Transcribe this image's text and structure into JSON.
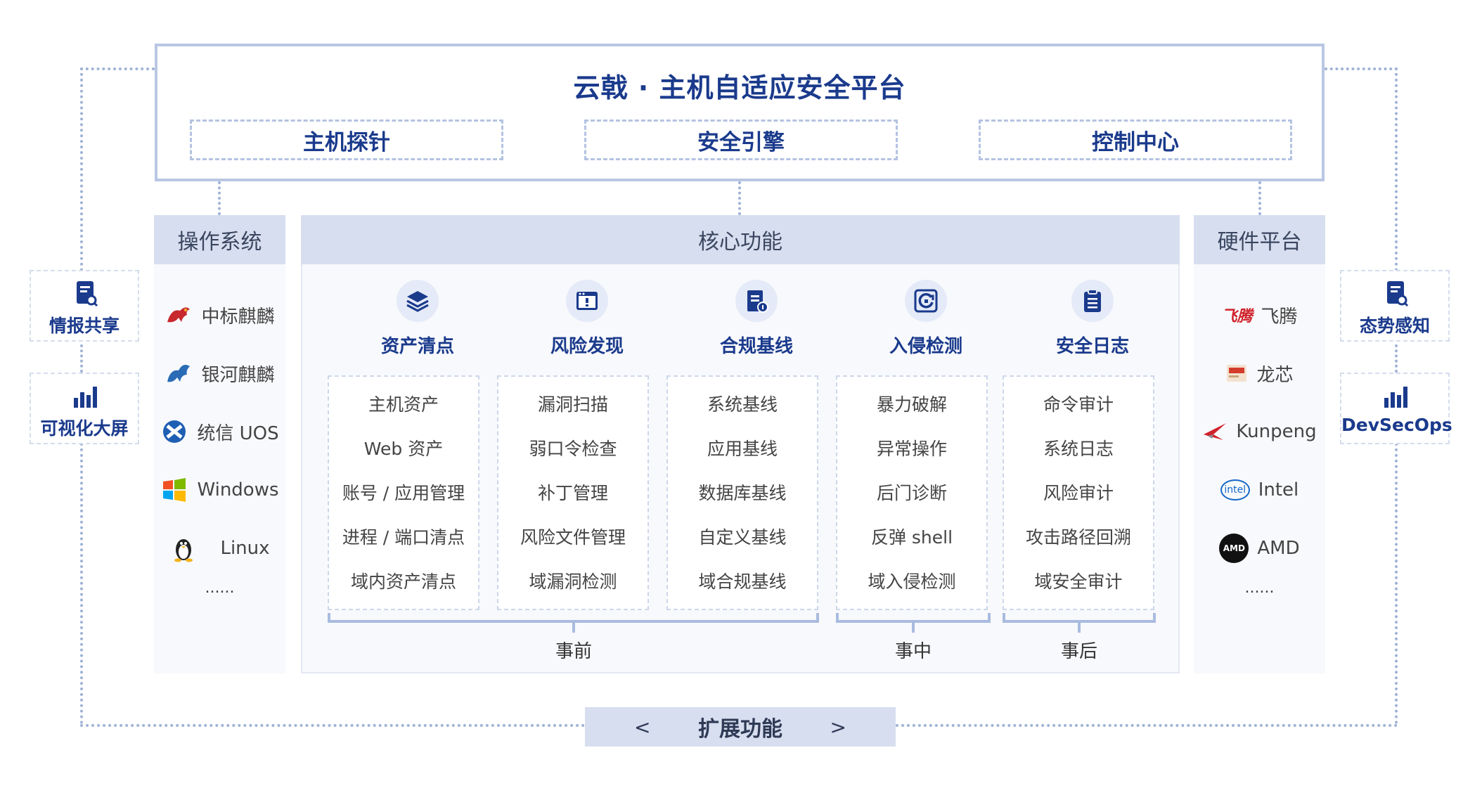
{
  "platform": {
    "title": "云戟 · 主机自适应安全平台",
    "modules": [
      "主机探针",
      "安全引擎",
      "控制中心"
    ]
  },
  "os": {
    "heading": "操作系统",
    "items": [
      {
        "label": "中标麒麟",
        "icon": "kylin-dragon-icon"
      },
      {
        "label": "银河麒麟",
        "icon": "galaxy-kylin-icon"
      },
      {
        "label": "统信 UOS",
        "icon": "uos-icon"
      },
      {
        "label": "Windows",
        "icon": "windows-icon"
      },
      {
        "label": "Linux",
        "icon": "linux-penguin-icon"
      }
    ],
    "more": "......"
  },
  "core": {
    "heading": "核心功能",
    "categories": [
      {
        "label": "资产清点",
        "icon": "layers-icon",
        "items": [
          "主机资产",
          "Web 资产",
          "账号 / 应用管理",
          "进程 / 端口清点",
          "域内资产清点"
        ]
      },
      {
        "label": "风险发现",
        "icon": "risk-window-icon",
        "items": [
          "漏洞扫描",
          "弱口令检查",
          "补丁管理",
          "风险文件管理",
          "域漏洞检测"
        ]
      },
      {
        "label": "合规基线",
        "icon": "compliance-doc-icon",
        "items": [
          "系统基线",
          "应用基线",
          "数据库基线",
          "自定义基线",
          "域合规基线"
        ]
      },
      {
        "label": "入侵检测",
        "icon": "intrusion-detect-icon",
        "items": [
          "暴力破解",
          "异常操作",
          "后门诊断",
          "反弹 shell",
          "域入侵检测"
        ]
      },
      {
        "label": "安全日志",
        "icon": "clipboard-log-icon",
        "items": [
          "命令审计",
          "系统日志",
          "风险审计",
          "攻击路径回溯",
          "域安全审计"
        ]
      }
    ],
    "phases": [
      "事前",
      "事中",
      "事后"
    ]
  },
  "hardware": {
    "heading": "硬件平台",
    "items": [
      {
        "label": "飞腾",
        "logo_text": "飞腾",
        "icon": "phytium-logo-icon"
      },
      {
        "label": "龙芯",
        "icon": "loongson-logo-icon"
      },
      {
        "label": "Kunpeng",
        "icon": "kunpeng-logo-icon"
      },
      {
        "label": "Intel",
        "logo_text": "intel",
        "icon": "intel-logo-icon"
      },
      {
        "label": "AMD",
        "logo_text": "AMD",
        "icon": "amd-logo-icon"
      }
    ],
    "more": "......"
  },
  "left_widgets": [
    {
      "label": "情报共享",
      "icon": "intel-search-doc-icon"
    },
    {
      "label": "可视化大屏",
      "icon": "bar-chart-icon"
    }
  ],
  "right_widgets": [
    {
      "label": "态势感知",
      "icon": "situation-doc-icon"
    },
    {
      "label": "DevSecOps",
      "icon": "bar-chart-icon"
    }
  ],
  "extension": {
    "label": "扩展功能",
    "prev": "<",
    "next": ">"
  },
  "colors": {
    "primary": "#1a3a8c",
    "header_bg": "#d7deef",
    "border": "#b9c7e3",
    "dotted": "#9fb2d6"
  }
}
